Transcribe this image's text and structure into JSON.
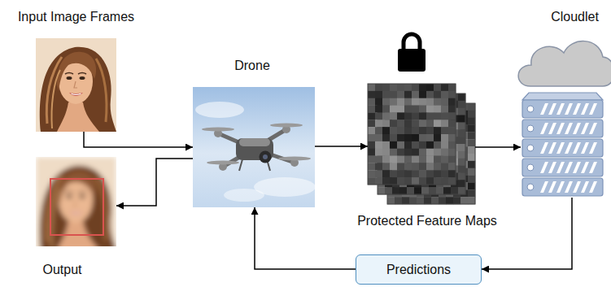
{
  "diagram": {
    "nodes": [
      {
        "text": [
          "Input Image Frames"
        ]
      },
      {
        "text": [
          "Drone"
        ]
      },
      {
        "text": [
          "Protected Feature Maps"
        ]
      },
      {
        "text": [
          "Cloudlet"
        ]
      },
      {
        "text": [
          "Output"
        ]
      },
      {
        "text": [
          "Predictions"
        ]
      }
    ],
    "edges": [
      {
        "from": 0,
        "to": 1,
        "arrow": "to"
      },
      {
        "from": 1,
        "to": 4,
        "arrow": "to"
      },
      {
        "from": 1,
        "to": 2,
        "arrow": "to"
      },
      {
        "from": 2,
        "to": 3,
        "arrow": "to"
      },
      {
        "from": 3,
        "to": 5,
        "arrow": "to"
      },
      {
        "from": 5,
        "to": 1,
        "arrow": "to"
      }
    ]
  }
}
